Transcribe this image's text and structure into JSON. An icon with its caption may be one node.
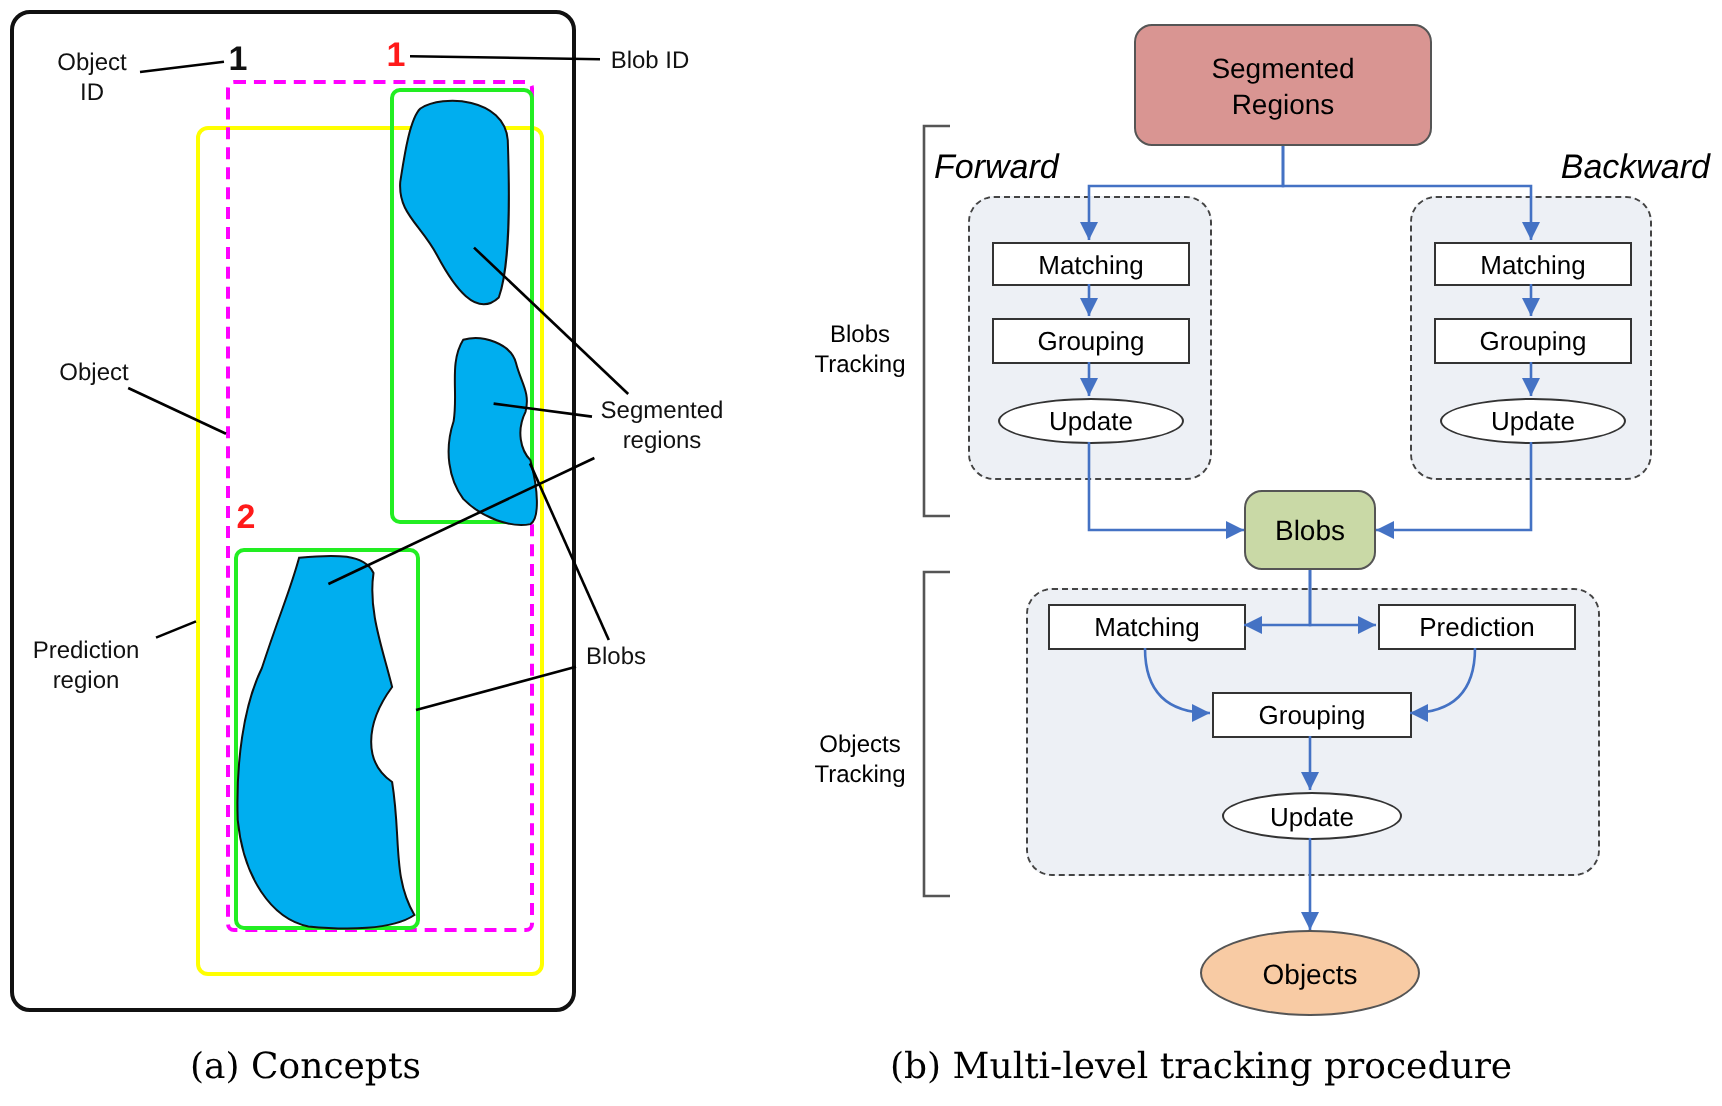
{
  "diagram": {
    "nodes": [
      {
        "text": [
          "Object ID"
        ]
      },
      {
        "text": [
          "1"
        ]
      },
      {
        "text": [
          "1"
        ]
      },
      {
        "text": [
          "Blob ID"
        ]
      },
      {
        "text": [
          "Object"
        ]
      },
      {
        "text": [],
        "shape": "box"
      },
      {
        "text": [
          "Segmented regions"
        ]
      },
      {
        "text": [],
        "shape": "blob",
        "in": 11
      },
      {
        "text": [],
        "shape": "blob",
        "in": 11
      },
      {
        "text": [],
        "shape": "blob",
        "in": 12
      },
      {
        "text": [
          "Blobs"
        ]
      },
      {
        "text": [],
        "shape": "box",
        "in": 5
      },
      {
        "text": [],
        "shape": "box",
        "in": 5
      },
      {
        "text": [
          "Prediction region"
        ]
      },
      {
        "text": [],
        "shape": "box"
      },
      {
        "text": [
          "2"
        ],
        "in": 5
      },
      {
        "text": [
          "Segmented Regions"
        ]
      },
      {
        "text": [
          "Forward"
        ]
      },
      {
        "text": [
          "Matching"
        ],
        "in": 17
      },
      {
        "text": [
          "Grouping"
        ],
        "in": 17
      },
      {
        "text": [
          "Update"
        ],
        "in": 17
      },
      {
        "text": [
          "Backward"
        ]
      },
      {
        "text": [
          "Matching"
        ],
        "in": 21
      },
      {
        "text": [
          "Grouping"
        ],
        "in": 21
      },
      {
        "text": [
          "Update"
        ],
        "in": 21
      },
      {
        "text": [
          "Blobs"
        ]
      },
      {
        "text": [],
        "shape": "box"
      },
      {
        "text": [
          "Matching"
        ],
        "in": 26
      },
      {
        "text": [
          "Prediction"
        ],
        "in": 26
      },
      {
        "text": [
          "Grouping"
        ],
        "in": 26
      },
      {
        "text": [
          "Update"
        ],
        "in": 26
      },
      {
        "text": [
          "Objects"
        ]
      }
    ],
    "edges": [
      {
        "from": 0,
        "to": 1,
        "arrow": "none",
        "color": "#000000"
      },
      {
        "from": 3,
        "to": 2,
        "arrow": "none",
        "color": "#000000"
      },
      {
        "from": 4,
        "to": 5,
        "arrow": "none",
        "color": "#000000"
      },
      {
        "from": 6,
        "to": 7,
        "arrow": "none",
        "color": "#000000"
      },
      {
        "from": 6,
        "to": 8,
        "arrow": "none",
        "color": "#000000"
      },
      {
        "from": 6,
        "to": 9,
        "arrow": "none",
        "color": "#000000"
      },
      {
        "from": 10,
        "to": 11,
        "arrow": "none",
        "color": "#000000"
      },
      {
        "from": 10,
        "to": 12,
        "arrow": "none",
        "color": "#000000"
      },
      {
        "from": 13,
        "to": 14,
        "arrow": "none",
        "color": "#000000"
      },
      {
        "from": 16,
        "to": 18,
        "arrow": "to"
      },
      {
        "from": 16,
        "to": 22,
        "arrow": "to"
      },
      {
        "from": 18,
        "to": 19,
        "arrow": "to"
      },
      {
        "from": 19,
        "to": 20,
        "arrow": "to"
      },
      {
        "from": 22,
        "to": 23,
        "arrow": "to"
      },
      {
        "from": 23,
        "to": 24,
        "arrow": "to"
      },
      {
        "from": 20,
        "to": 25,
        "arrow": "to"
      },
      {
        "from": 24,
        "to": 25,
        "arrow": "to"
      },
      {
        "from": 25,
        "to": 27,
        "arrow": "to"
      },
      {
        "from": 25,
        "to": 28,
        "arrow": "to"
      },
      {
        "from": 27,
        "to": 29,
        "arrow": "to"
      },
      {
        "from": 28,
        "to": 29,
        "arrow": "to"
      },
      {
        "from": 29,
        "to": 30,
        "arrow": "to"
      },
      {
        "from": 30,
        "to": 31,
        "arrow": "to"
      }
    ],
    "labels": [
      "Blobs Tracking",
      "Objects Tracking",
      "(a) Concepts",
      "(b) Multi-level tracking procedure"
    ]
  }
}
